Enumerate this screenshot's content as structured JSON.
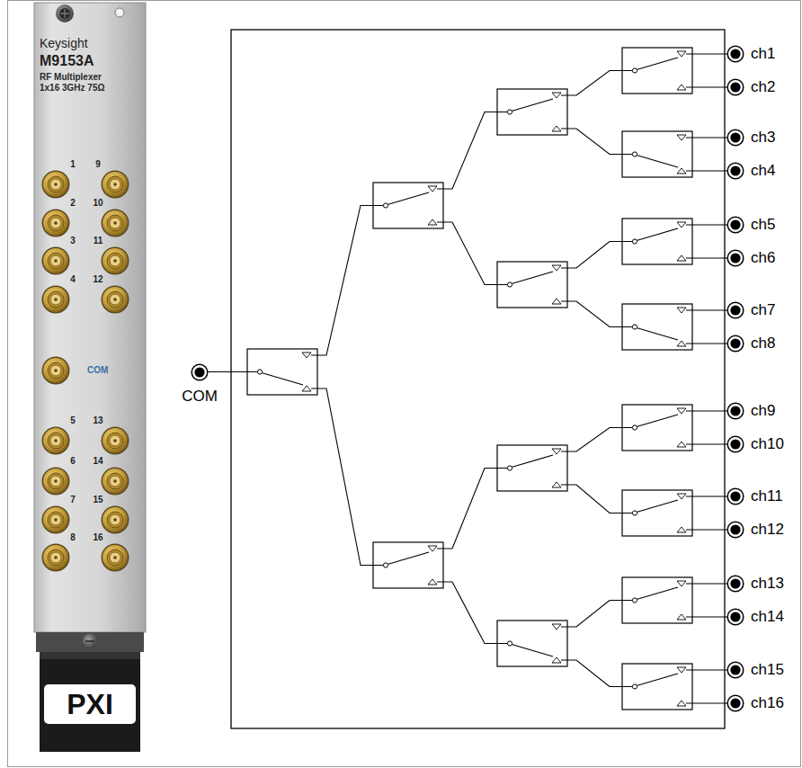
{
  "diagram": {
    "nodes": [
      {
        "text": [
          "COM"
        ]
      },
      {
        "text": [
          "ch1"
        ]
      },
      {
        "text": [
          "ch2"
        ]
      },
      {
        "text": [
          "ch3"
        ]
      },
      {
        "text": [
          "ch4"
        ]
      },
      {
        "text": [
          "ch5"
        ]
      },
      {
        "text": [
          "ch6"
        ]
      },
      {
        "text": [
          "ch7"
        ]
      },
      {
        "text": [
          "ch8"
        ]
      },
      {
        "text": [
          "ch9"
        ]
      },
      {
        "text": [
          "ch10"
        ]
      },
      {
        "text": [
          "ch11"
        ]
      },
      {
        "text": [
          "ch12"
        ]
      },
      {
        "text": [
          "ch13"
        ]
      },
      {
        "text": [
          "ch14"
        ]
      },
      {
        "text": [
          "ch15"
        ]
      },
      {
        "text": [
          "ch16"
        ]
      }
    ],
    "labels": [
      "Keysight",
      "M9153A",
      "RF Multiplexer 1x16 3GHz 75Ω",
      "1",
      "9",
      "2",
      "10",
      "3",
      "11",
      "4",
      "12",
      "COM",
      "5",
      "13",
      "6",
      "14",
      "7",
      "15",
      "8",
      "16",
      "PXI"
    ]
  }
}
